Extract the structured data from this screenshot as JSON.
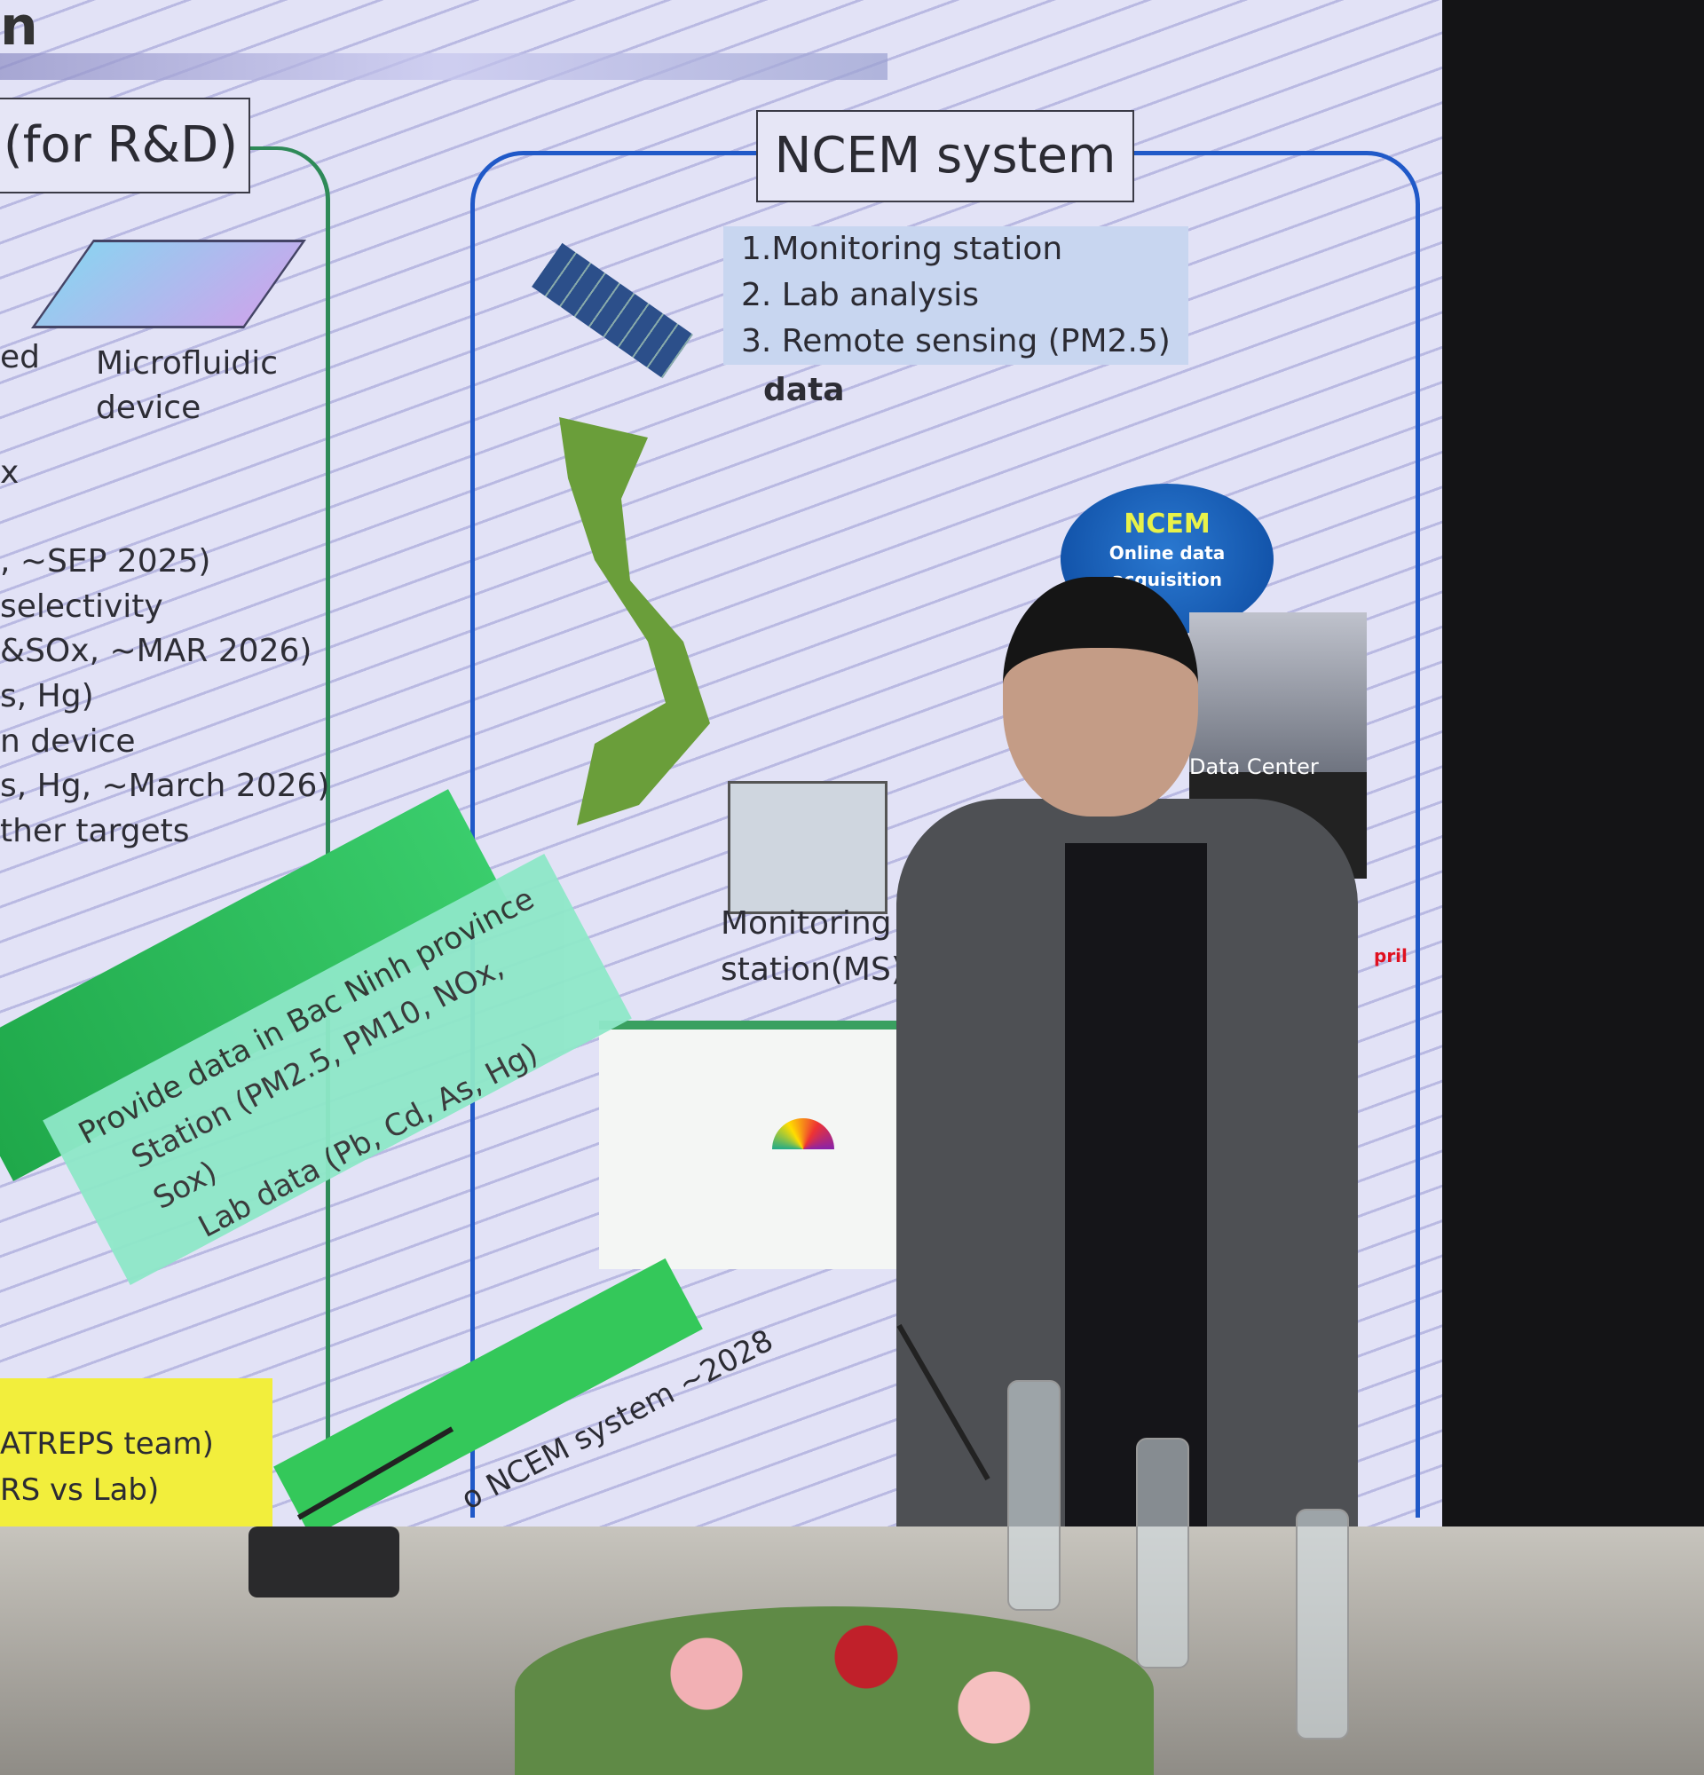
{
  "slide": {
    "logo_fragment": "n",
    "left_panel": {
      "title": "(for R&D)",
      "microfluidic_label": [
        "Microfluidic",
        "device"
      ],
      "lines": [
        "ed",
        "x",
        ", ~SEP 2025)",
        " selectivity",
        "&SOx, ~MAR 2026)",
        "s, Hg)",
        "n device",
        "s, Hg, ~March 2026)",
        "ther targets"
      ]
    },
    "ncem_panel": {
      "title": "NCEM system",
      "list": [
        "1.Monitoring station",
        "2. Lab analysis",
        "3. Remote sensing (PM2.5)"
      ],
      "data_label": "data",
      "cloud_title": "NCEM",
      "cloud_text": [
        "Online data",
        "acquisition"
      ],
      "data_center_label": "Data Center",
      "station_label": [
        "Monitoring",
        "station(MS)"
      ],
      "red_fragment": "pril"
    },
    "provide_box": [
      "Provide data in Bac Ninh province",
      "Station (PM2.5, PM10, NOx, Sox)",
      "Lab data (Pb, Cd, As, Hg)"
    ],
    "arrow_text": "o NCEM system ~2028",
    "yellow_box": [
      "ATREPS team)",
      "RS vs Lab)"
    ]
  },
  "colors": {
    "screen": "#e2e2f6",
    "blue_border": "#2059c8",
    "green_line": "#2e8a58",
    "yellow": "#f2ee3c",
    "cloud": "#0c4aa0"
  }
}
